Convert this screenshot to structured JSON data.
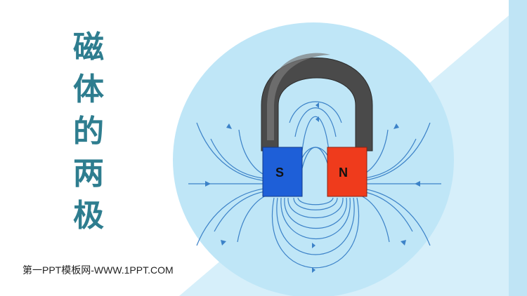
{
  "slide": {
    "title_chars": [
      "磁",
      "体",
      "的",
      "两",
      "极"
    ],
    "footer_text": "第一PPT模板网-WWW.1PPT.COM",
    "magnet": {
      "south_label": "S",
      "north_label": "N"
    }
  },
  "colors": {
    "title": "#2e7d8f",
    "circle": "#bfe6f7",
    "triangle": "#d6effa",
    "right_band": "#bfe4f5",
    "field_lines": "#3c82c8",
    "magnet_body": "#4a4a4a",
    "south_pole": "#1e5fd8",
    "north_pole": "#ef3b1c"
  }
}
